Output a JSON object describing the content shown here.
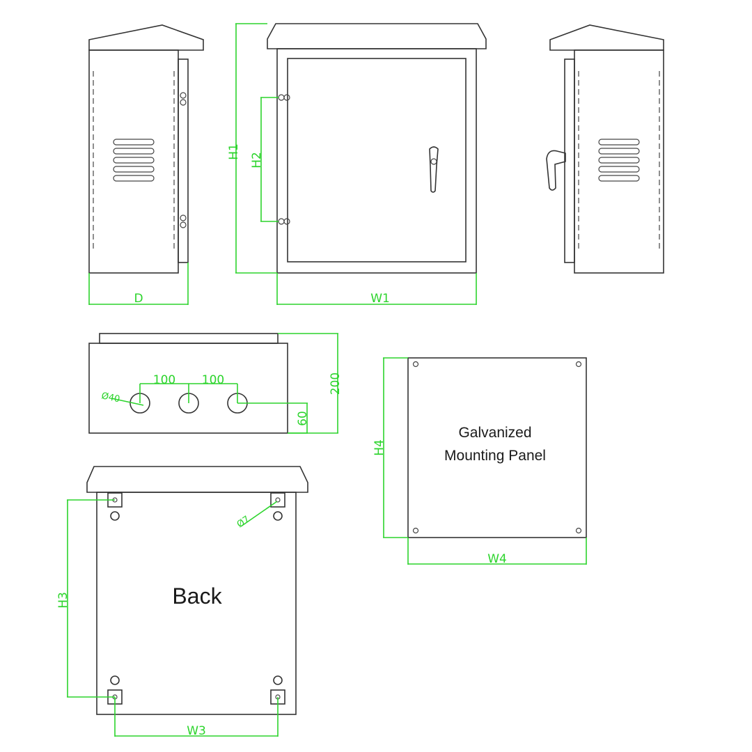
{
  "labels": {
    "d": "D",
    "w1": "W1",
    "h1": "H1",
    "h2": "H2",
    "dim_200": "200",
    "dim_100_left": "100",
    "dim_100_right": "100",
    "dim_60": "60",
    "hole_dia": "Ø40",
    "h4": "H4",
    "w4": "W4",
    "panel_line1": "Galvanized",
    "panel_line2": "Mounting Panel",
    "back": "Back",
    "h3": "H3",
    "w3": "W3",
    "mount_hole_dia": "Ø7"
  },
  "colors": {
    "dimension": "#2bd42b",
    "outline": "#333333"
  }
}
